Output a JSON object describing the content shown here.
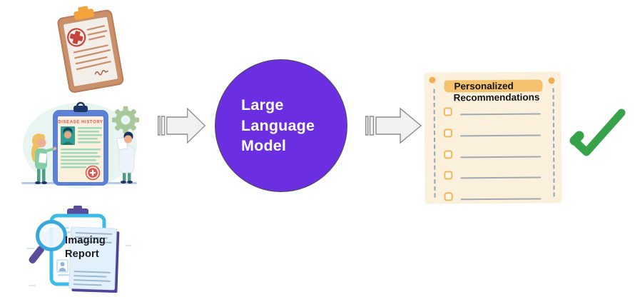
{
  "flow": {
    "inputs": [
      {
        "id": "medical-report",
        "icon": "medical-clipboard-illustration",
        "label": ""
      },
      {
        "id": "disease-history",
        "icon": "disease-history-record-illustration",
        "label": "DISEASE HISTORY"
      },
      {
        "id": "imaging-report",
        "icon": "imaging-report-illustration",
        "label": "Imaging\nReport"
      }
    ],
    "arrows": [
      {
        "icon": "striped-right-arrow"
      },
      {
        "icon": "striped-right-arrow"
      }
    ],
    "model": {
      "label": "Large\nLanguage\nModel"
    },
    "output": {
      "heading_highlighted": "Personalized",
      "heading_line2": "Recommendations",
      "checklist_items": [
        {},
        {},
        {},
        {},
        {}
      ],
      "status_icon": "green-checkmark"
    }
  },
  "colors": {
    "model_circle": "#6B2EE0",
    "model_text": "#FFFFFF",
    "arrow_fill": "#F1F1F1",
    "arrow_stroke": "#8A8A8A",
    "checklist_paper": "#FBF0DC",
    "highlight_orange": "#F4C16F",
    "checkbox_orange": "#F0B65F",
    "dashed_line_blue_gray": "#8298AC",
    "checkmark_green": "#36A24A",
    "disease_history_title_red": "#E0524F",
    "clipboard_brown": "#C9906C",
    "clipboard_blue": "#5C80D6",
    "imaging_cyan": "#3BBCE8",
    "imaging_purple": "#584C9D"
  }
}
